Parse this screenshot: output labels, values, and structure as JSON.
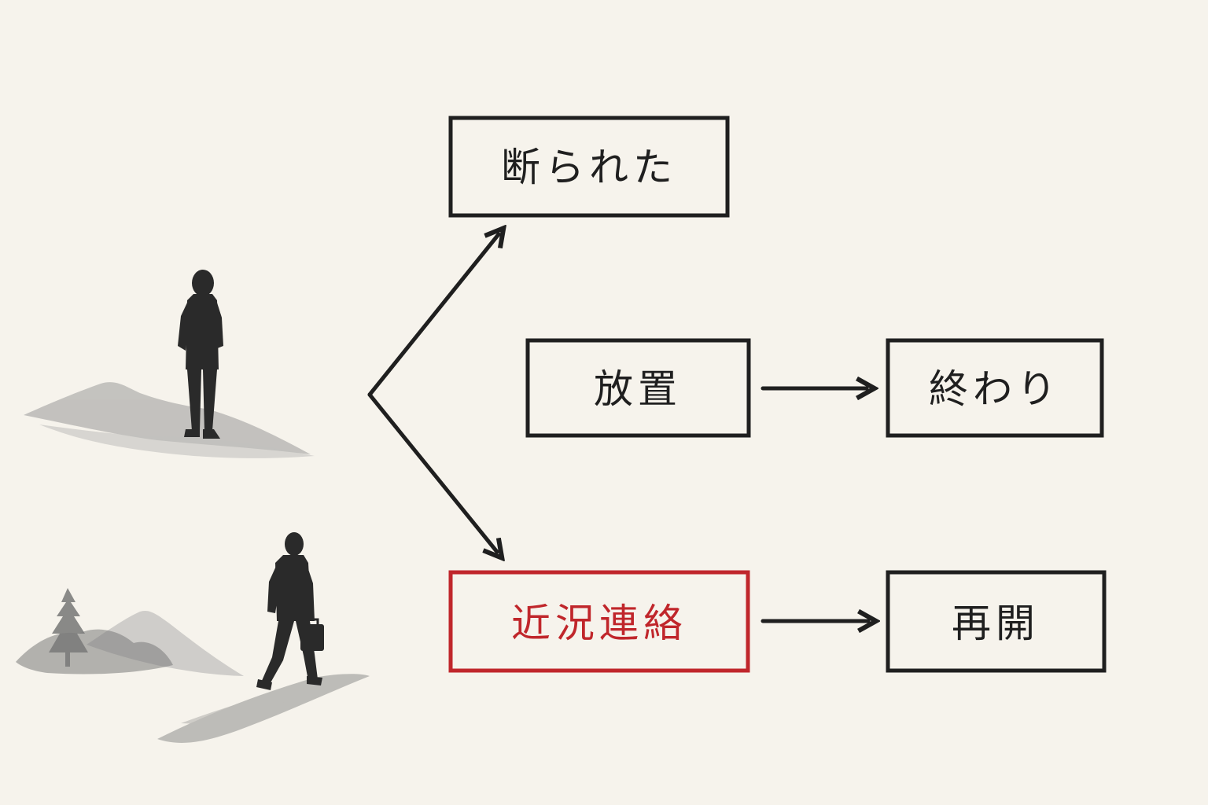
{
  "diagram": {
    "nodes": {
      "rejected": {
        "label": "断られた"
      },
      "neglect": {
        "label": "放置"
      },
      "end": {
        "label": "終わり"
      },
      "update": {
        "label": "近況連絡"
      },
      "resume": {
        "label": "再開"
      }
    },
    "edges": [
      {
        "from": "branch",
        "to": "rejected"
      },
      {
        "from": "branch",
        "to": "update"
      },
      {
        "from": "neglect",
        "to": "end"
      },
      {
        "from": "update",
        "to": "resume"
      }
    ],
    "illustrations": {
      "top": "standing-man-on-hill",
      "bottom": "walking-man-with-briefcase"
    }
  },
  "colors": {
    "background": "#f6f3ec",
    "ink": "#1f1f1f",
    "accent": "#c0262b",
    "wash": "#8f8f8f"
  }
}
